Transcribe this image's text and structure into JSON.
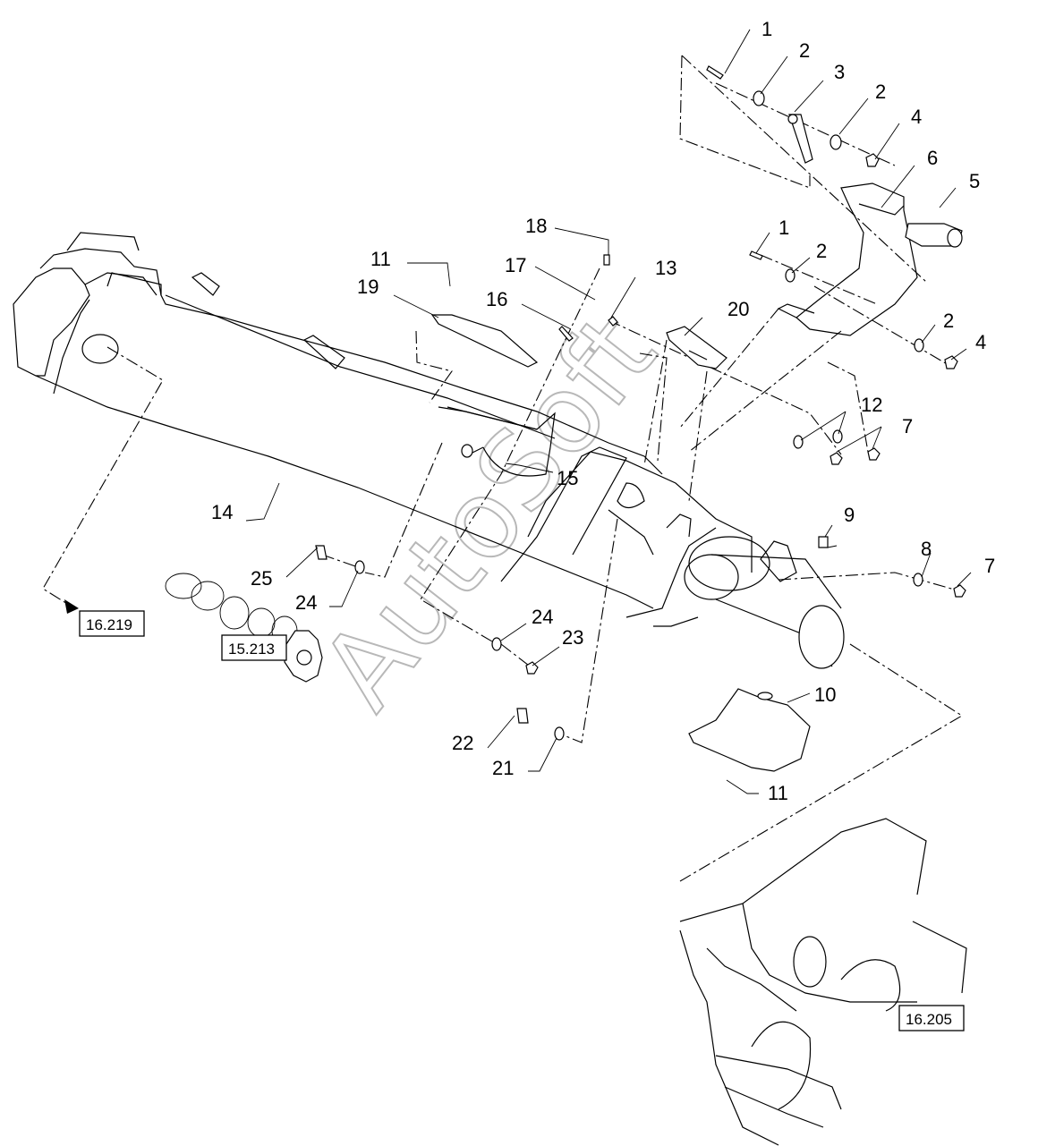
{
  "watermark": "AutoSoft",
  "callouts": {
    "c1a": "1",
    "c2a": "2",
    "c3": "3",
    "c2b": "2",
    "c4a": "4",
    "c6": "6",
    "c5": "5",
    "c1b": "1",
    "c2c": "2",
    "c18": "18",
    "c11a": "11",
    "c17": "17",
    "c19": "19",
    "c16": "16",
    "c13": "13",
    "c20": "20",
    "c2d": "2",
    "c4b": "4",
    "c12": "12",
    "c7a": "7",
    "c15": "15",
    "c14": "14",
    "c9": "9",
    "c8": "8",
    "c7b": "7",
    "c25": "25",
    "c24a": "24",
    "c24b": "24",
    "c23": "23",
    "c10": "10",
    "c22": "22",
    "c21": "21",
    "c11b": "11"
  },
  "refs": {
    "r16219": "16.219",
    "r15213": "15.213",
    "r16205": "16.205"
  }
}
